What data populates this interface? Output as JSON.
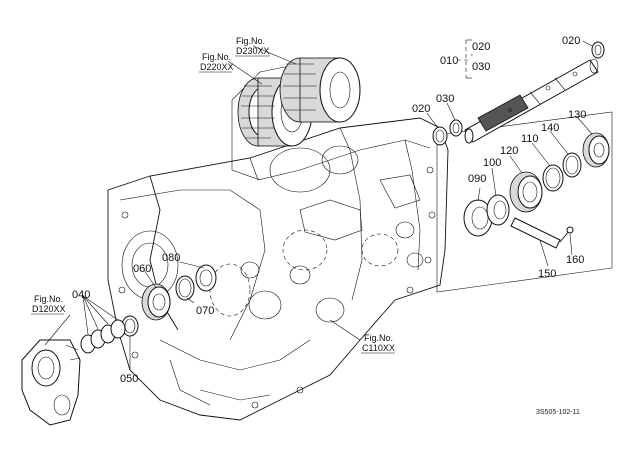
{
  "diagram": {
    "sheet_code": "3S505-102-11",
    "fig_refs": {
      "d230": {
        "line1": "Fig.No.",
        "line2": "D230XX"
      },
      "d220": {
        "line1": "Fig.No.",
        "line2": "D220XX"
      },
      "d120": {
        "line1": "Fig.No.",
        "line2": "D120XX"
      },
      "c110": {
        "line1": "Fig.No.",
        "line2": "C110XX"
      }
    },
    "callouts": {
      "p010": "010",
      "p020_group": "020",
      "p030_group": "030",
      "p020_top": "020",
      "p020_left": "020",
      "p030_left": "030",
      "p040": "040",
      "p050": "050",
      "p060": "060",
      "p070": "070",
      "p080": "080",
      "p090": "090",
      "p100": "100",
      "p110": "110",
      "p120": "120",
      "p130": "130",
      "p140": "140",
      "p150": "150",
      "p160": "160"
    }
  }
}
